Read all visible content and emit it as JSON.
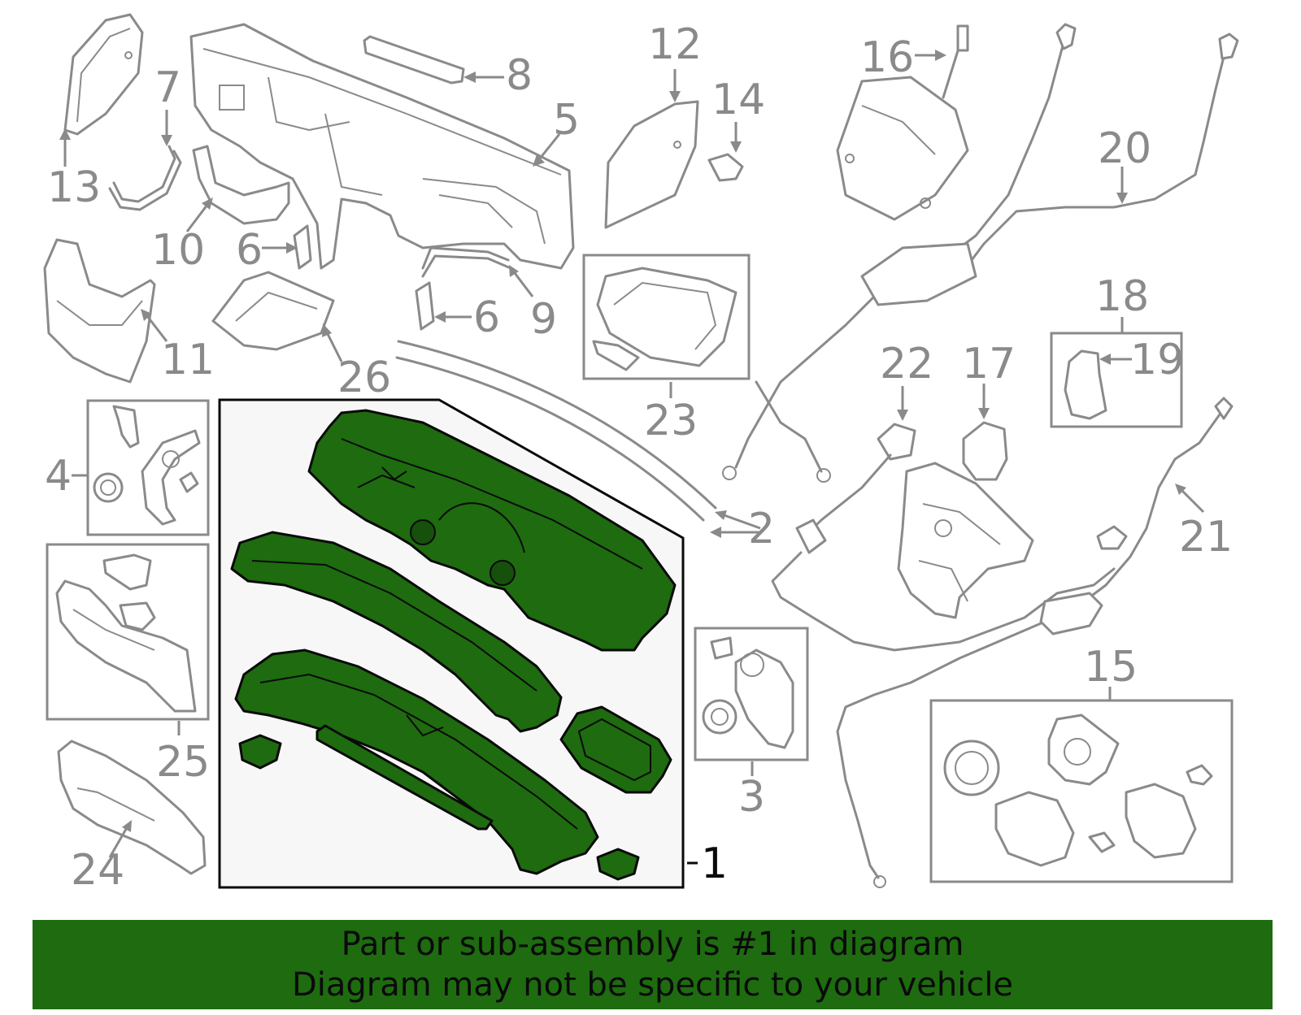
{
  "callouts": {
    "c1": "1",
    "c2": "2",
    "c3": "3",
    "c4": "4",
    "c5": "5",
    "c6a": "6",
    "c6b": "6",
    "c7": "7",
    "c8": "8",
    "c9": "9",
    "c10": "10",
    "c11": "11",
    "c12": "12",
    "c13": "13",
    "c14": "14",
    "c15": "15",
    "c16": "16",
    "c17": "17",
    "c18": "18",
    "c19": "19",
    "c20": "20",
    "c21": "21",
    "c22": "22",
    "c23": "23",
    "c24": "24",
    "c25": "25",
    "c26": "26"
  },
  "banner": {
    "line1": "Part or sub-assembly is #1 in diagram",
    "line2": "Diagram may not be specific to your vehicle"
  },
  "colors": {
    "highlight": "#1e6b10",
    "part_line": "#8a8a8a",
    "highlight_outline": "#0a0a0a"
  }
}
